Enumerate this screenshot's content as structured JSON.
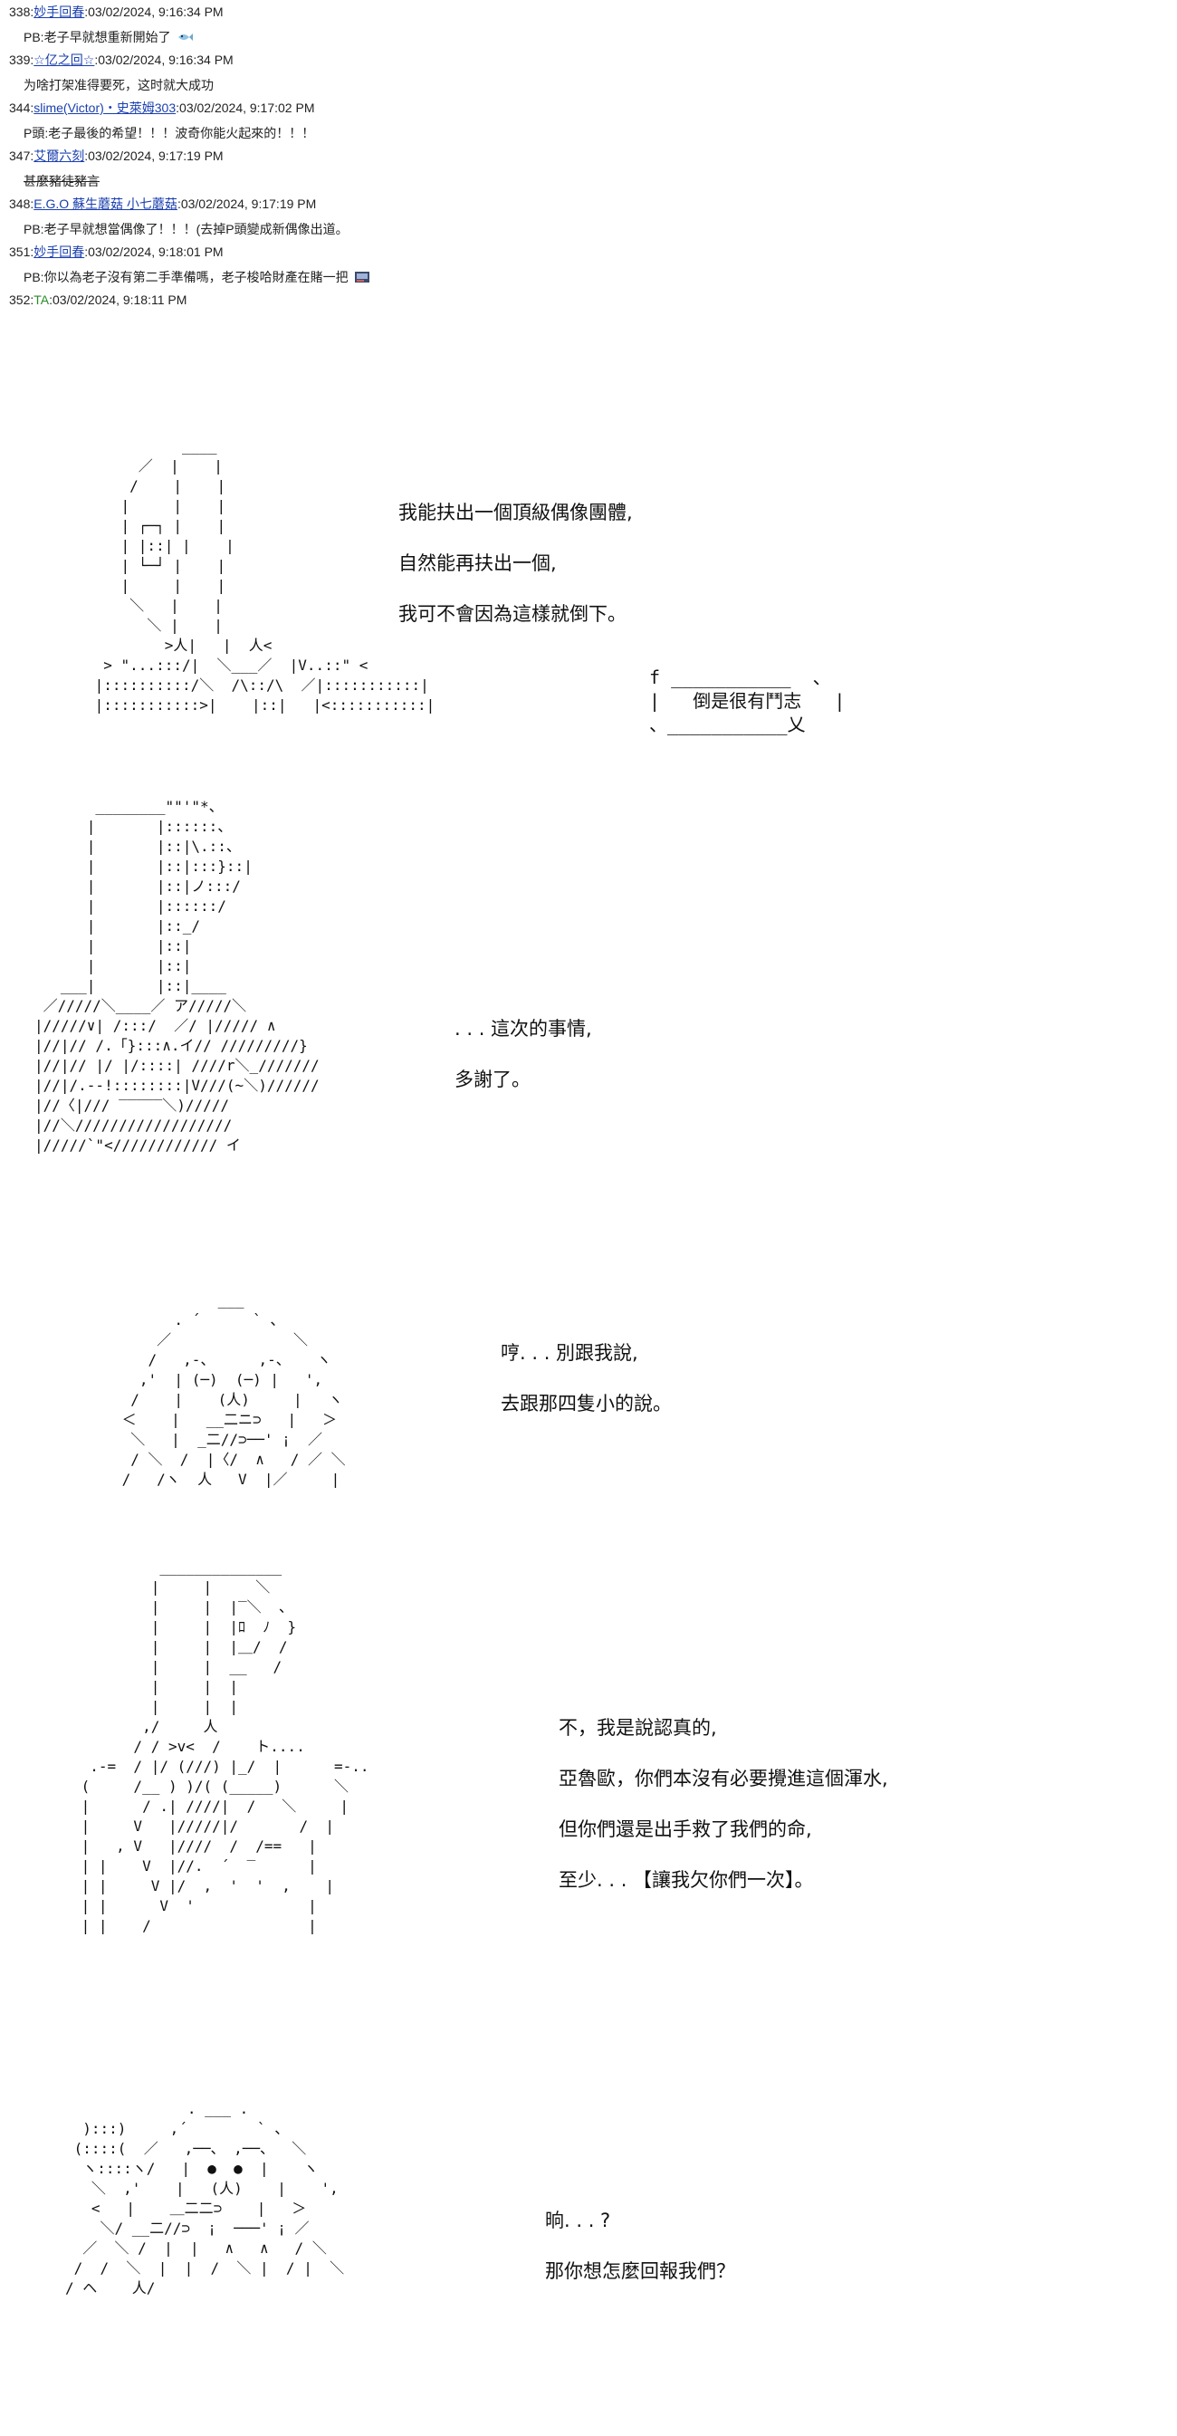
{
  "posts": [
    {
      "num": "338",
      "name": "妙手回春",
      "date": "03/02/2024, 9:16:34 PM",
      "body": "PB:老子早就想重新開始了"
    },
    {
      "num": "339",
      "name": "☆亿之回☆",
      "date": "03/02/2024, 9:16:34 PM",
      "body": "为啥打架准得要死，这时就大成功"
    },
    {
      "num": "344",
      "name": "slime(Victor)・史萊姆303",
      "date": "03/02/2024, 9:17:02 PM",
      "body": "P頭:老子最後的希望！！！波奇你能火起來的！！！"
    },
    {
      "num": "347",
      "name": "艾爾六刻",
      "date": "03/02/2024, 9:17:19 PM",
      "body": "甚麼豬徒豬言"
    },
    {
      "num": "348",
      "name": "E.G.O 蘇生蘑菇 小七蘑菇",
      "date": "03/02/2024, 9:17:19 PM",
      "body": "PB:老子早就想當偶像了！！！(去掉P頭變成新偶像出道。"
    },
    {
      "num": "351",
      "name": "妙手回春",
      "date": "03/02/2024, 9:18:01 PM",
      "body": "PB:你以為老子沒有第二手準備嗎，老子梭哈財產在賭一把"
    },
    {
      "num": "352",
      "name": "TA",
      "date": "03/02/2024, 9:18:11 PM"
    }
  ],
  "scenes": [
    {
      "art": "           ____\n      ／  |    |\n     /    |    |\n    |     |    |\n    | ┌─┐ |    |\n    | |::| |    |\n    | └─┘ |    |\n    |     |    |\n     ＼   |    |\n       ＼ |    |\n         >人|   |  人<\n  > \"...:::/|  ＼___／  |V..::\" <\n |::::::::::/＼  /\\::/\\  ／|:::::::::::|\n |:::::::::::>|    |::|   |<:::::::::::|",
      "lines": [
        "我能扶出一個頂級偶像團體,",
        "自然能再扶出一個,",
        "我可不會因為這樣就倒下。"
      ],
      "bubble": " f ___________  、\n |   倒是很有鬥志   |\n 、___________乂"
    },
    {
      "art": "       ________\"\"'\"*、\n      |       |::::::、\n      |       |::|\\.::、\n      |       |::|:::}::|\n      |       |::|ノ:::/\n      |       |::::::/\n      |       |::_/\n      |       |::|\n      |       |::|\n   ___|       |::|____\n ／/////＼____／ ア/////＼\n|/////∨| /:::/  ／/ |///// ∧\n|//|// /.「}:::∧.イ// /////////}\n|//|// |/ |/::::| ////r＼_///////\n|//|/.--!::::::::|V///(~＼)//////\n|//〈|/// ‾‾‾‾‾＼)/////\n|//＼//////////////////\n|/////`\"<//////////// イ",
      "lines": [
        ". . . 這次的事情,",
        "多謝了。"
      ]
    },
    {
      "art": "            ___\n       . ´      ` 、\n     ／              ＼\n    /   ,-、     ,-、   ヽ\n   ,'  | (─)  (─) |   ',\n  /    |    (人)     |   ヽ\n ＜    |   __二ニ⊃   |   ＞\n  ＼   |  _二//⊃──' ¡  ／\n  / ＼  /  |〈/  ∧   / ／ ＼\n /   /ヽ  人   V  |／     |",
      "lines": [
        "哼. . . 別跟我說,",
        "去跟那四隻小的說。"
      ]
    },
    {
      "art": "          ______________\n         |     |     ＼\n         |     |  |‾＼  、\n         |     |  |ﾛ  ﾉ  }\n         |     |  |＿/  /\n         |     |  __   /\n         |     |  |\n         |     |  |\n        ,/     人\n       / / >v<  /    ト....\n  .-=  / |/ (///) |_/  |      =-..\n (     /__ ) )/( (_____)      ＼\n |      / .| ////|  /   ＼     |\n |     V   |/////|/       /  |\n |   , V   |////  /  /==   |\n | |    V  |//.  ´  ‾      |\n | |     V |/  ,  '  '  ,    |\n | |      V  '             |\n | |    /                  |",
      "lines": [
        "不，我是說認真的,",
        "亞魯歐，你們本沒有必要攪進這個渾水,",
        "但你們還是出手救了我們的命,",
        "至少. . . 【讓我欠你們一次】。"
      ]
    },
    {
      "art": "              . ___ .\n  ):::)     ,´        ` 、\n (::::(  ／   ,──、 ,──、  ＼\n  ヽ::::ヽ/   |  ●  ●  |    ヽ\n   ＼  ,'    |   (人)    |    ',\n   <   |    ＿二二⊃    |   ＞\n    ＼/ __二//⊃  ¡  ───' ¡ ／\n  ／  ＼ /  |  |   ∧   ∧   / ＼\n /  /  ＼  |  |  /  ＼ |  / |  ＼\n/ ヘ    人/",
      "lines": [
        "晌. . . ?",
        "那你想怎麼回報我們？"
      ]
    }
  ]
}
